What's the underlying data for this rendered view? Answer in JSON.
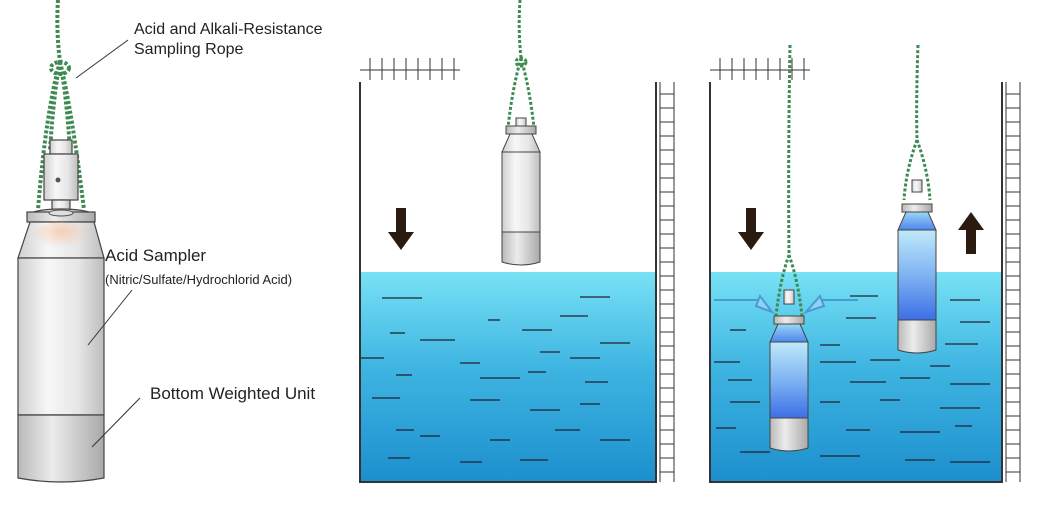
{
  "labels": {
    "rope_line1": "Acid and Alkali-Resistance",
    "rope_line2": "Sampling Rope",
    "sampler_title": "Acid Sampler",
    "sampler_subtitle": "(Nitric/Sulfate/Hydrochlorid Acid)",
    "weight_label": "Bottom Weighted Unit"
  },
  "colors": {
    "rope": "#3e8a52",
    "water_top": "#6fdcf2",
    "water_bottom": "#1f94d0",
    "sample_fill": "#3f7fe8",
    "outline": "#333333",
    "arrow": "#2b1a10"
  },
  "icons": [
    "down-arrow-icon",
    "up-arrow-icon",
    "inflow-arrow-icon"
  ]
}
